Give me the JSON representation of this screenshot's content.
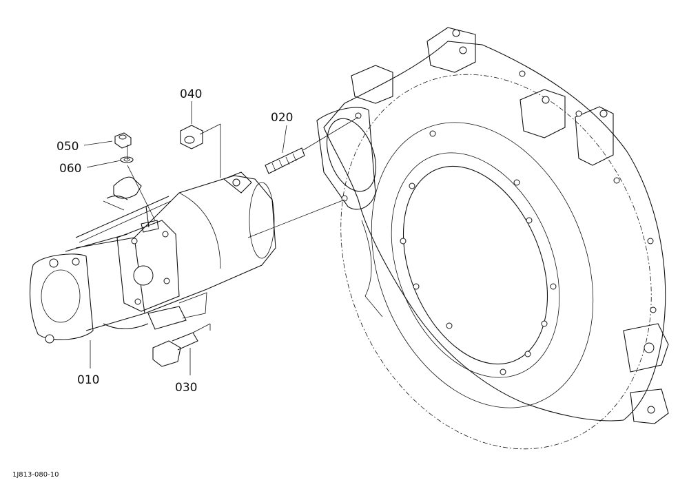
{
  "diagram": {
    "parts": [
      {
        "key": "p010",
        "label": "010"
      },
      {
        "key": "p020",
        "label": "020"
      },
      {
        "key": "p030",
        "label": "030"
      },
      {
        "key": "p040",
        "label": "040"
      },
      {
        "key": "p050",
        "label": "050"
      },
      {
        "key": "p060",
        "label": "060"
      }
    ],
    "drawing_code": "1J813-080-10"
  }
}
